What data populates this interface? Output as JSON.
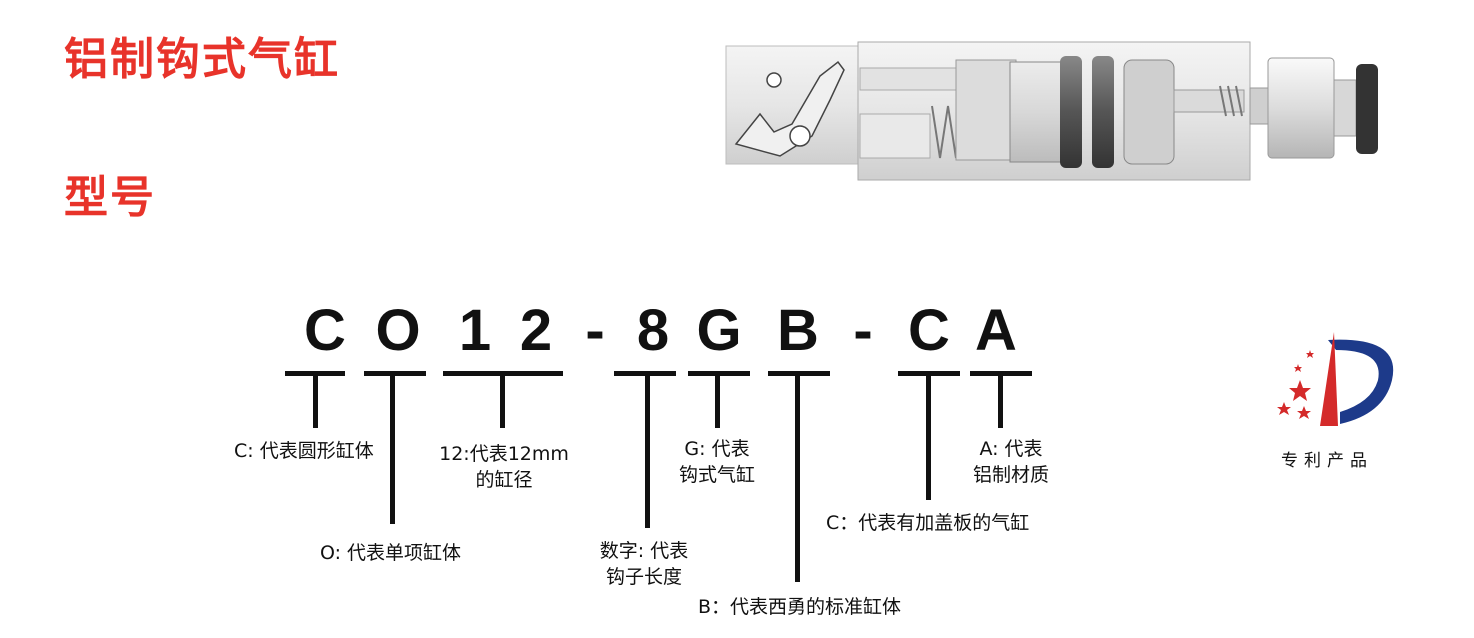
{
  "header": {
    "title": "铝制钩式气缸",
    "model_heading": "型号"
  },
  "model_code": [
    "C",
    "O",
    "1",
    "2",
    "-",
    "8",
    "G",
    "B",
    "-",
    "C",
    "A"
  ],
  "labels": {
    "c": "C: 代表圆形缸体",
    "o": "O: 代表单项缸体",
    "bore_line1": "12:代表12mm",
    "bore_line2": "的缸径",
    "digit_line1": "数字: 代表",
    "digit_line2": "钩子长度",
    "g_line1": "G: 代表",
    "g_line2": "钩式气缸",
    "b": "B：代表西勇的标准缸体",
    "cover": "C：代表有加盖板的气缸",
    "a_line1": "A: 代表",
    "a_line2": "铝制材质"
  },
  "badge": {
    "text": "专利产品"
  },
  "colors": {
    "title_red": "#e8332a",
    "patent_red": "#d42a2a",
    "patent_blue": "#1d3a8a",
    "text": "#111111"
  }
}
